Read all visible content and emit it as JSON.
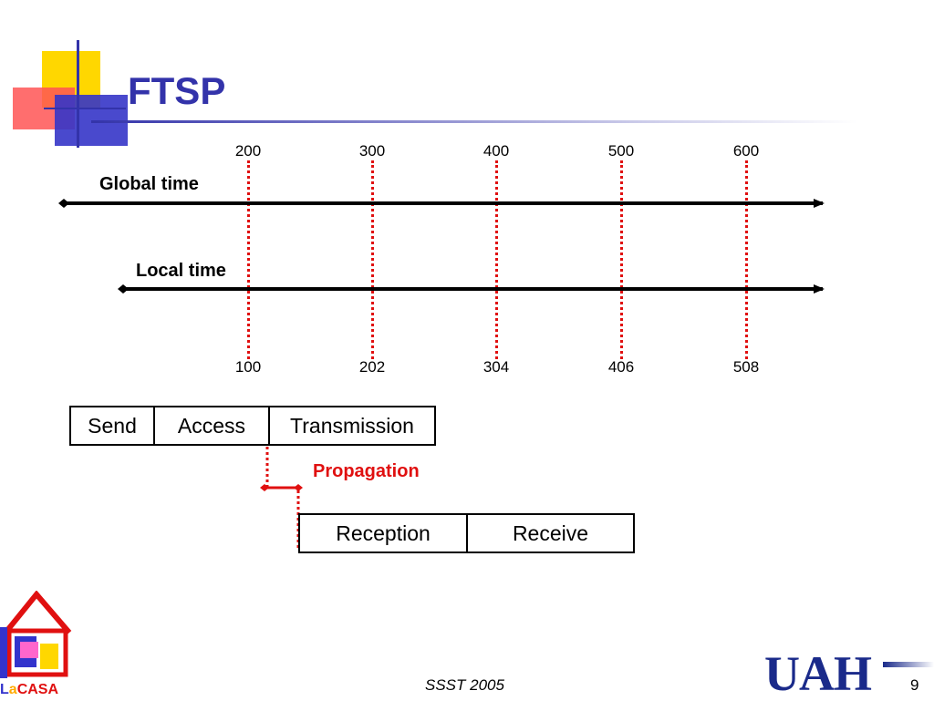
{
  "slide": {
    "title": "FTSP",
    "footer": "SSST 2005",
    "page_number": "9"
  },
  "timeline": {
    "global_label": "Global time",
    "local_label": "Local time",
    "global_ticks": [
      "200",
      "300",
      "400",
      "500",
      "600"
    ],
    "local_ticks": [
      "100",
      "202",
      "304",
      "406",
      "508"
    ],
    "line_color": "#000000",
    "marker_color": "#e01010"
  },
  "sender_boxes": [
    "Send",
    "Access",
    "Transmission"
  ],
  "receiver_boxes": [
    "Reception",
    "Receive"
  ],
  "propagation_label": "Propagation",
  "logos": {
    "left_logo": "LaCASA",
    "right_logo": "UAH"
  },
  "colors": {
    "title": "#3333aa",
    "accent_red": "#e01010",
    "accent_blue": "#3333aa",
    "accent_yellow": "#ffd700"
  }
}
